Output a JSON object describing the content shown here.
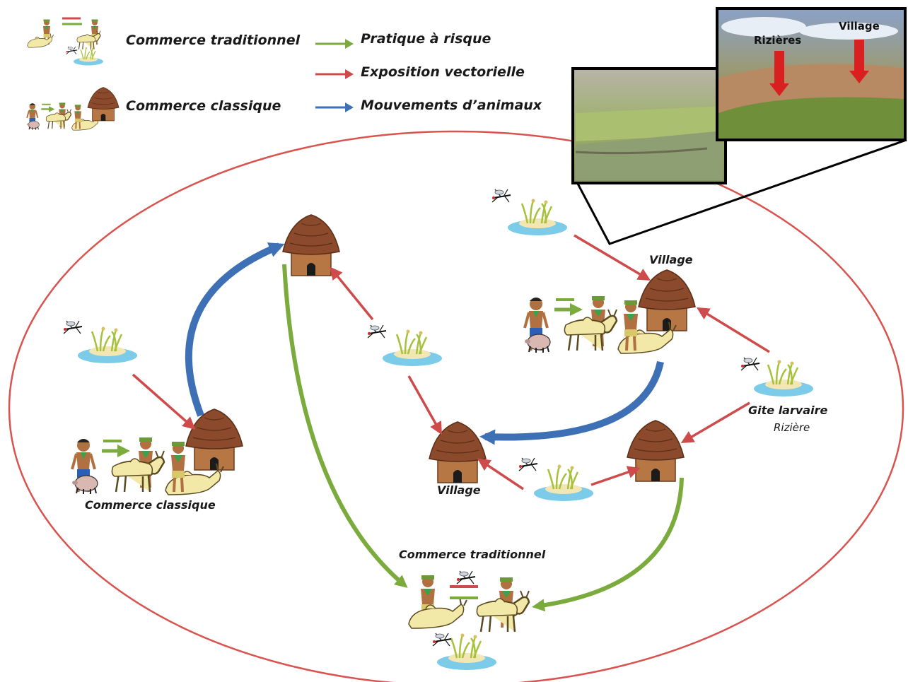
{
  "legend": {
    "commerce_traditionnel": "Commerce traditionnel",
    "commerce_classique": "Commerce classique",
    "arrows": [
      {
        "label": "Pratique à risque",
        "color": "#7aab3c"
      },
      {
        "label": "Exposition vectorielle",
        "color": "#cf4a4a"
      },
      {
        "label": "Mouvements d’animaux",
        "color": "#3e70b5"
      }
    ]
  },
  "photo": {
    "label_rizieres": "Rizières",
    "label_village": "Village"
  },
  "nodes": {
    "village_right": "Village",
    "village_center": "Village",
    "gite_larvaire": "Gite larvaire",
    "gite_sub": "Rizière",
    "commerce_classique": "Commerce classique",
    "commerce_traditionnel": "Commerce traditionnel"
  },
  "colors": {
    "ellipse": "#d9534f",
    "red_arrow": "#cf4a4a",
    "green_arrow": "#7aab3c",
    "blue_arrow": "#3e70b5",
    "hut_roof": "#8b4a2b",
    "hut_wall": "#b77745",
    "water": "#7ccbe8"
  }
}
